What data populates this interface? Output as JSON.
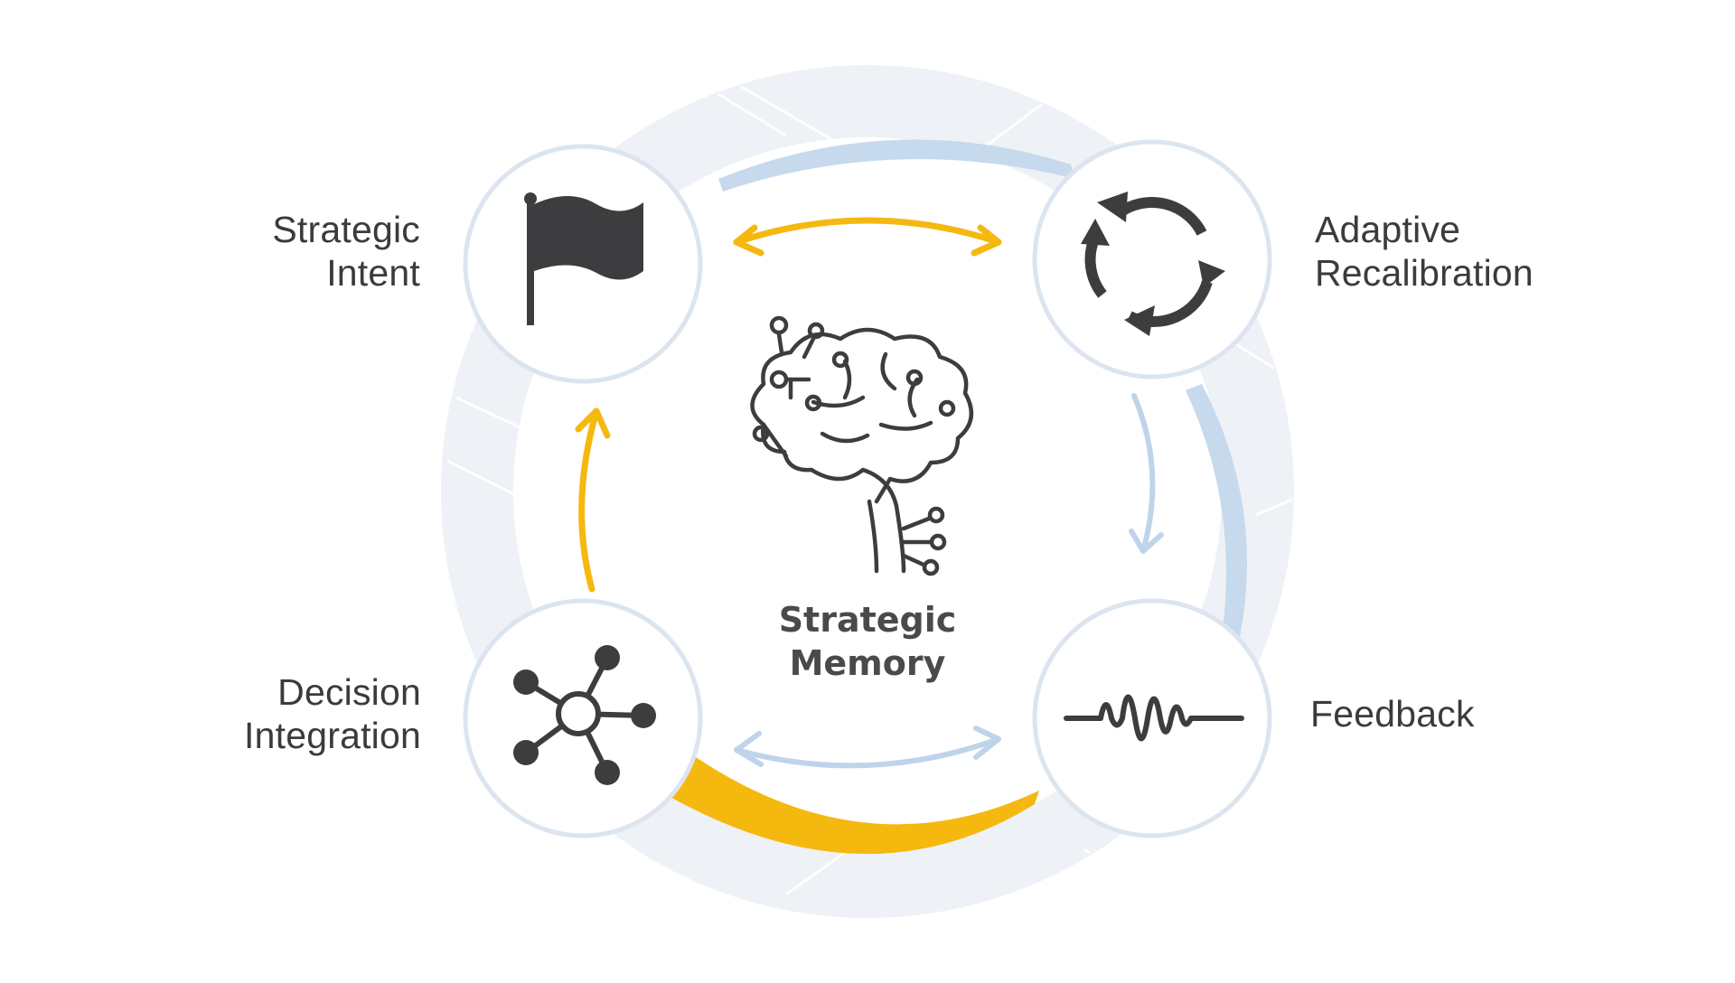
{
  "diagram": {
    "center": {
      "title_line1": "Strategic",
      "title_line2": "Memory",
      "icon": "brain-circuit-icon"
    },
    "nodes": [
      {
        "id": "strategic-intent",
        "line1": "Strategic",
        "line2": "Intent",
        "icon": "flag-icon"
      },
      {
        "id": "adaptive-recalibration",
        "line1": "Adaptive",
        "line2": "Recalibration",
        "icon": "refresh-cycle-icon"
      },
      {
        "id": "feedback",
        "line1": "Feedback",
        "line2": "",
        "icon": "waveform-icon"
      },
      {
        "id": "decision-integration",
        "line1": "Decision",
        "line2": "Integration",
        "icon": "network-hub-icon"
      }
    ],
    "connections": [
      {
        "from": "strategic-intent",
        "to": "adaptive-recalibration",
        "style": "bidirectional",
        "color": "accent"
      },
      {
        "from": "adaptive-recalibration",
        "to": "feedback",
        "style": "directed",
        "color": "soft"
      },
      {
        "from": "feedback",
        "to": "decision-integration",
        "style": "bidirectional",
        "color": "soft"
      },
      {
        "from": "decision-integration",
        "to": "strategic-intent",
        "style": "directed",
        "color": "accent"
      }
    ],
    "colors": {
      "accent": "#F5B80F",
      "soft": "#BFD4EA",
      "ring": "#EEF1F6",
      "node_border": "#DCE5EF",
      "icon": "#3D3D40",
      "text": "#3B3B3D"
    }
  }
}
